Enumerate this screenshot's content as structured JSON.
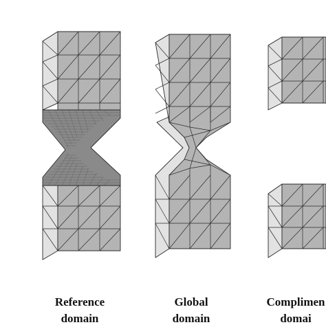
{
  "captions": {
    "reference": {
      "line1": "Reference",
      "line2": "domain"
    },
    "global": {
      "line1": "Global",
      "line2": "domain"
    },
    "complementary": {
      "line1": "Complimen",
      "line2": "domai"
    }
  },
  "colors": {
    "front_face": "#b4b4b4",
    "side_face": "#e2e2e2",
    "top_face": "#d0d0d0",
    "mesh_line": "#2a2a2a",
    "background": "#ffffff"
  }
}
